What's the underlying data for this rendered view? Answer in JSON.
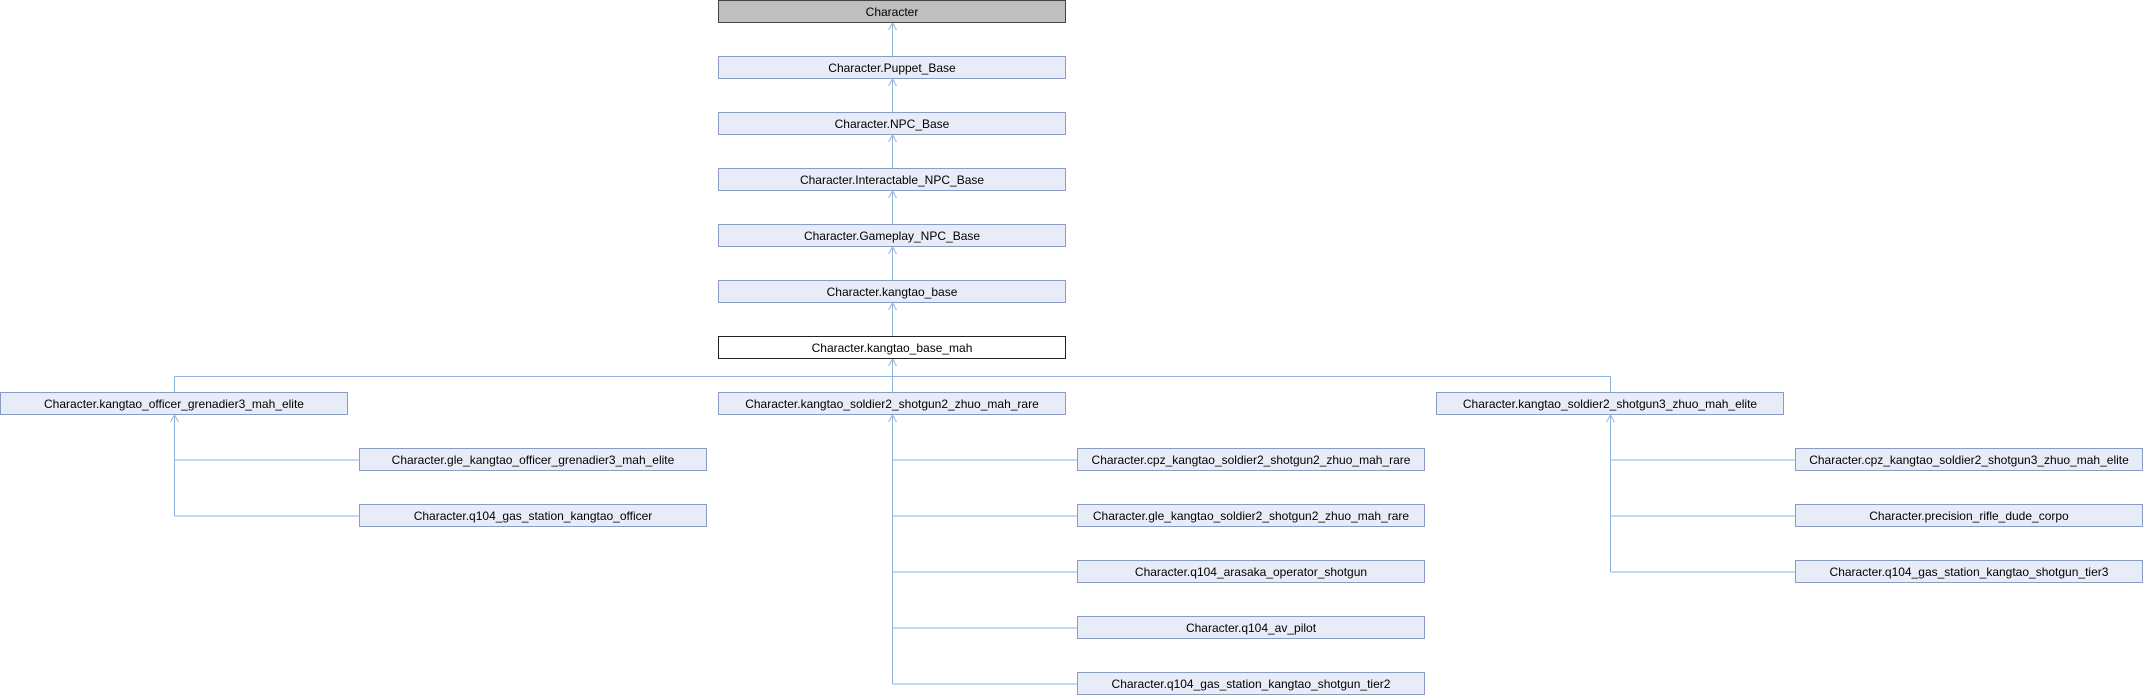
{
  "diagram": {
    "type": "class-inheritance",
    "root": "Character",
    "chain": [
      "Character",
      "Character.Puppet_Base",
      "Character.NPC_Base",
      "Character.Interactable_NPC_Base",
      "Character.Gameplay_NPC_Base",
      "Character.kangtao_base",
      "Character.kangtao_base_mah"
    ],
    "focus_class": "Character.kangtao_base_mah",
    "branches": [
      {
        "name": "Character.kangtao_officer_grenadier3_mah_elite",
        "children": [
          "Character.gle_kangtao_officer_grenadier3_mah_elite",
          "Character.q104_gas_station_kangtao_officer"
        ]
      },
      {
        "name": "Character.kangtao_soldier2_shotgun2_zhuo_mah_rare",
        "children": [
          "Character.cpz_kangtao_soldier2_shotgun2_zhuo_mah_rare",
          "Character.gle_kangtao_soldier2_shotgun2_zhuo_mah_rare",
          "Character.q104_arasaka_operator_shotgun",
          "Character.q104_av_pilot",
          "Character.q104_gas_station_kangtao_shotgun_tier2"
        ]
      },
      {
        "name": "Character.kangtao_soldier2_shotgun3_zhuo_mah_elite",
        "children": [
          "Character.cpz_kangtao_soldier2_shotgun3_zhuo_mah_elite",
          "Character.precision_rifle_dude_corpo",
          "Character.q104_gas_station_kangtao_shotgun_tier3"
        ]
      }
    ],
    "colors": {
      "node_fill": "#e8ecf6",
      "node_border": "#8a9cc4",
      "root_fill": "#bfbfbf",
      "focus_fill": "#ffffff",
      "edge": "#8fb3e0"
    }
  }
}
